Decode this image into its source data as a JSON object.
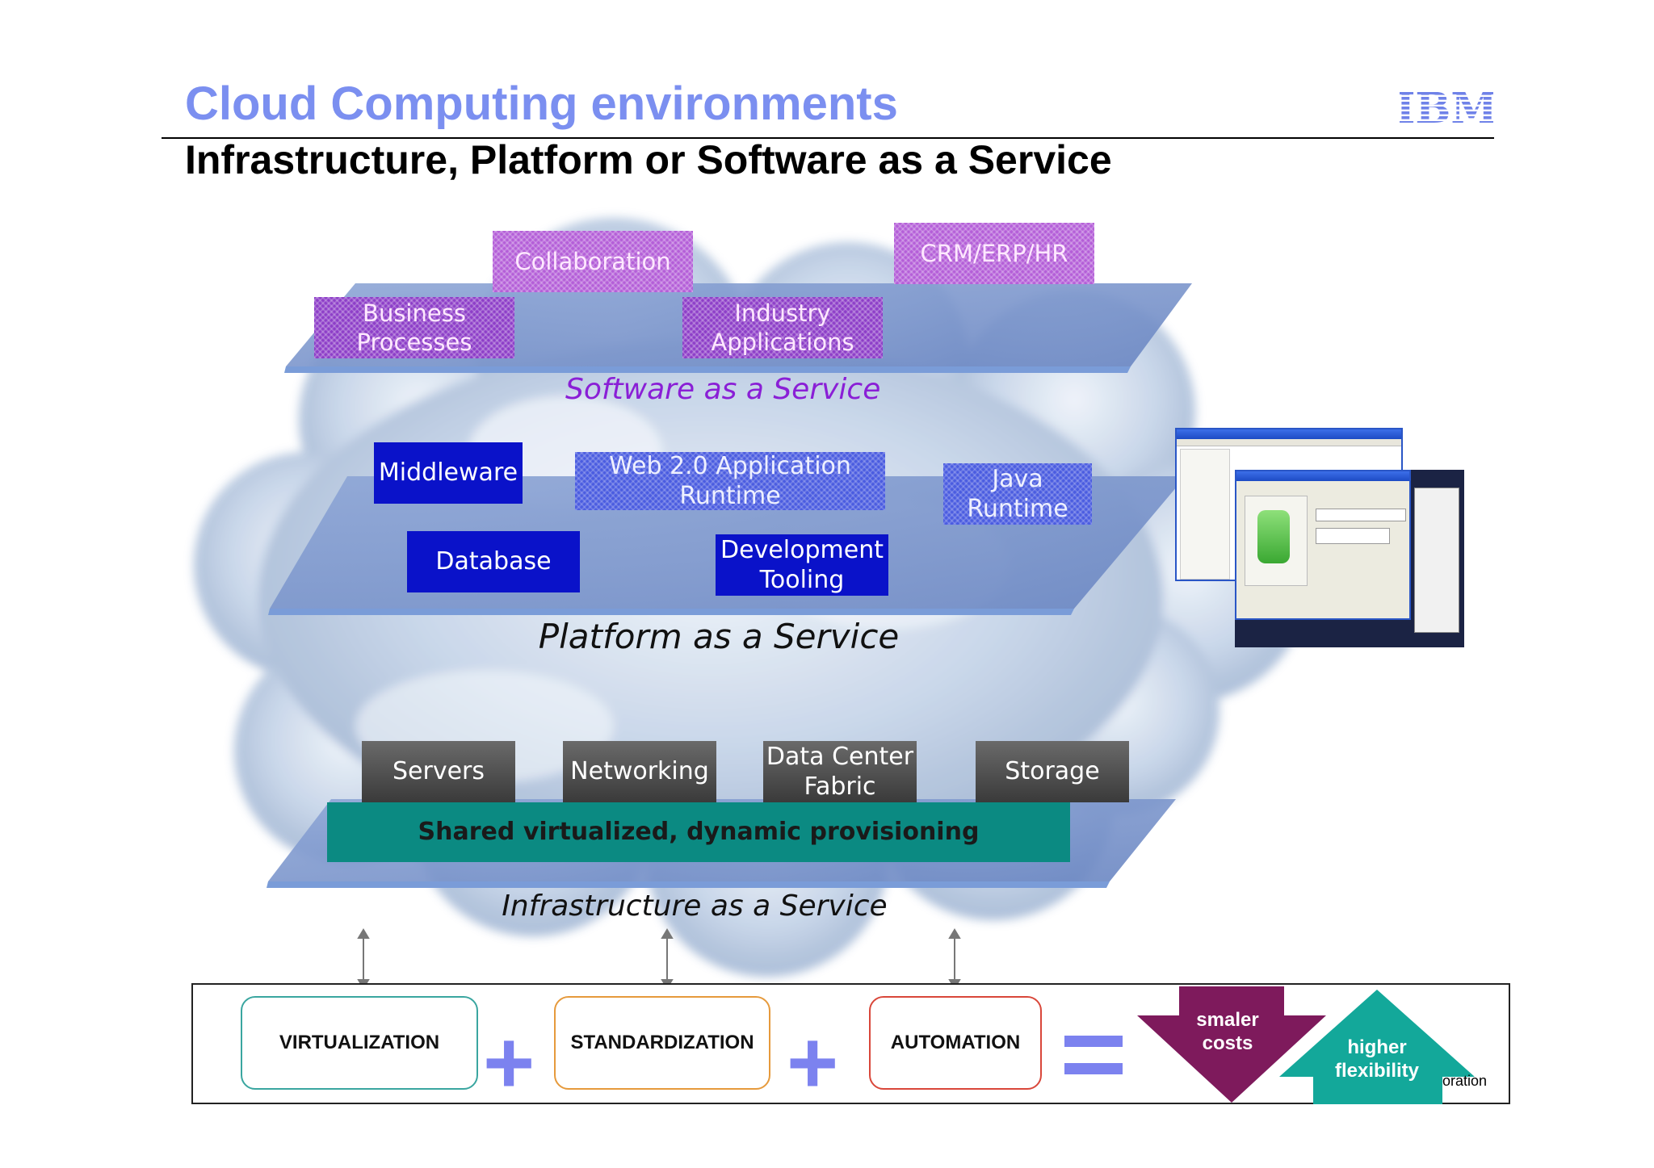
{
  "header": {
    "title": "Cloud Computing environments",
    "subtitle": "Infrastructure, Platform or Software as a Service",
    "logo": "IBM"
  },
  "saas": {
    "label": "Software as a Service",
    "boxes": {
      "collaboration": "Collaboration",
      "crm": "CRM/ERP/HR",
      "business": "Business\nProcesses",
      "industry": "Industry\nApplications"
    }
  },
  "paas": {
    "label": "Platform as a Service",
    "boxes": {
      "middleware": "Middleware",
      "web20": "Web 2.0 Application\nRuntime",
      "java": "Java\nRuntime",
      "database": "Database",
      "devtools": "Development\nTooling"
    }
  },
  "iaas": {
    "label": "Infrastructure as a Service",
    "boxes": {
      "servers": "Servers",
      "networking": "Networking",
      "datacenter": "Data Center\nFabric",
      "storage": "Storage"
    },
    "provisioning": "Shared virtualized, dynamic provisioning"
  },
  "equation": {
    "virtualization": "VIRTUALIZATION",
    "standardization": "STANDARDIZATION",
    "automation": "AUTOMATION",
    "costs": "smaler\ncosts",
    "flexibility": "higher\nflexibility",
    "footnote": "oration"
  },
  "colors": {
    "title": "#7b8ff0",
    "saas_label": "#8a1fd6",
    "virtualization_border": "#3aa6a0",
    "standardization_border": "#e69a3c",
    "automation_border": "#d9473a",
    "costs_arrow": "#7e1a5c",
    "flexibility_arrow": "#13a89a"
  }
}
